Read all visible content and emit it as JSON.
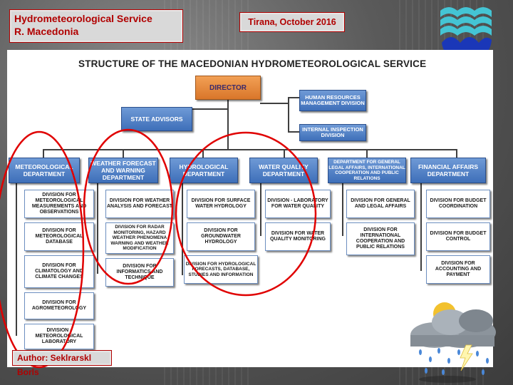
{
  "header": {
    "title_line1": "Hydrometeorological Service",
    "title_line2": "R. Macedonia",
    "date": "Tirana, October 2016",
    "author": "Author: Seklrarskl Borls",
    "logo_icon": "water-drops-logo-icon",
    "weather_icon": "storm-cloud-icon"
  },
  "chart": {
    "title": "STRUCTURE OF THE MACEDONIAN HYDROMETEOROLOGICAL SERVICE",
    "director": "DIRECTOR",
    "state_advisors": "STATE ADVISORS",
    "hr_division": "HUMAN RESOURCES MANAGEMENT DIVISION",
    "internal_inspection": "INTERNAL INSPECTION DIVISION",
    "departments": [
      "METEOROLOGICAL DEPARTMENT",
      "WEATHER FORECAST AND WARNING DEPARTMENT",
      "HYDROLOGICAL DEPARTMENT",
      "WATER QUALITY DEPARTMENT",
      "DEPARTMENT FOR GENERAL LEGAL AFFAIRS, INTERNATIONAL COOPERATION AND PUBLIC RELATIONS",
      "FINANCIAL AFFAIRS DEPARTMENT"
    ],
    "col1": [
      "DIVISION FOR METEOROLOGICAL MEASUREMENTS AND OBSERVATIONS",
      "DIVISION FOR METEOROLOGICAL DATABASE",
      "DIVISION FOR CLIMATOLOGY AND CLIMATE CHANGES",
      "DIVISION FOR AGROMETEOROLOGY",
      "DIVISION - METEOROLOGICAL LABORATORY"
    ],
    "col2": [
      "DIVISION FOR WEATHER ANALYSIS AND FORECAST",
      "DIVISION FOR RADAR MONITORING, HAZARD WEATHER PHENOMENA WARNING AND WEATHER MODIFICATION",
      "DIVISION FOR INFORMATICS AND TECHNIQUE"
    ],
    "col3": [
      "DIVISION FOR SURFACE WATER HYDROLOGY",
      "DIVISION FOR GROUNDWATER HYDROLOGY",
      "DIVISION FOR HYDROLOGICAL FORECASTS, DATABASE, STUDIES AND INFORMATION"
    ],
    "col4": [
      "DIVISION - LABORATORY FOR WATER QUALITY",
      "DIVISION FOR WATER QUALITY MONITORING"
    ],
    "col5": [
      "DIVISION FOR GENERAL AND LEGAL AFFAIRS",
      "DIVISION FOR INTERNATIONAL COOPERATION AND PUBLIC RELATIONS"
    ],
    "col6": [
      "DIVISION FOR BUDGET COORDINATION",
      "DIVISION FOR BUDGET CONTROL",
      "DIVISION FOR ACCOUNTING AND PAYMENT"
    ]
  },
  "colors": {
    "accent_red": "#b10000",
    "dept_blue": "#3e6fb9",
    "director_orange": "#d9762a",
    "highlight_ellipse": "#e00000"
  }
}
